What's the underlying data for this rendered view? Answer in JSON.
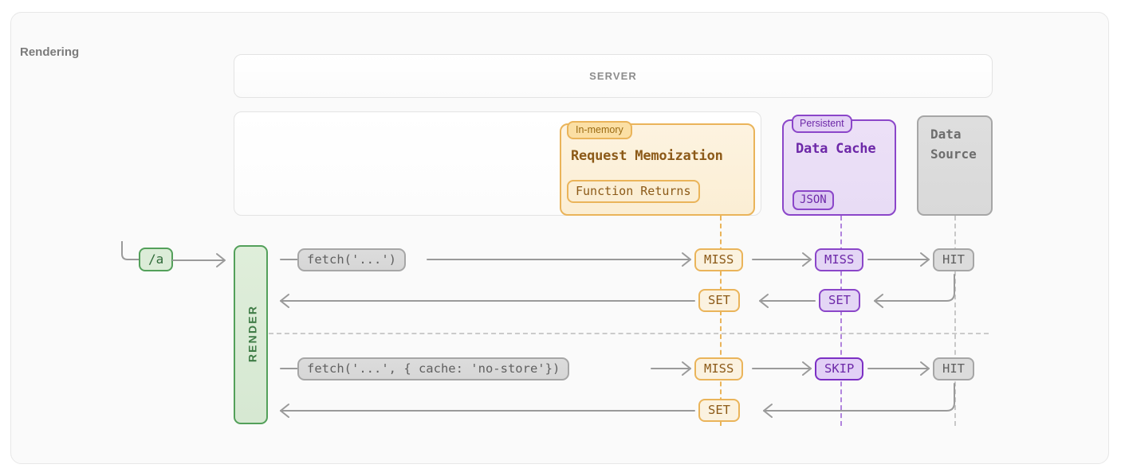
{
  "diagram": {
    "title": "Next.js caching: request memoization and data cache flow",
    "server_label": "SERVER",
    "rendering_label": "Rendering",
    "colors": {
      "amber": "#eab45a",
      "amber_text": "#8c5a18",
      "violet": "#8b46c9",
      "violet_text": "#6d28a8",
      "gray": "#a6a6a6",
      "gray_text": "#6d6d6d",
      "green": "#53a05a",
      "green_text": "#2f6a38",
      "frame_bg": "#fafafa",
      "frame_border": "#e7e7e7",
      "wire": "#9a9a9a"
    }
  },
  "memoization": {
    "tag": "In-memory",
    "title": "Request Memoization",
    "chip": "Function Returns"
  },
  "data_cache": {
    "tag": "Persistent",
    "title": "Data Cache",
    "chip": "JSON"
  },
  "data_source": {
    "title": "Data\nSource",
    "line1": "Data",
    "line2": "Source"
  },
  "entry": {
    "route": "/a",
    "render": "RENDER"
  },
  "rows": [
    {
      "id": "row-1",
      "fetch": "fetch('...')",
      "memo_forward": "MISS",
      "cache_forward": "MISS",
      "source_result": "HIT",
      "cache_return": "SET",
      "memo_return": "SET"
    },
    {
      "id": "row-2",
      "fetch": "fetch('...', { cache: 'no-store'})",
      "memo_forward": "MISS",
      "cache_forward": "SKIP",
      "source_result": "HIT",
      "cache_return": "",
      "memo_return": "SET"
    }
  ]
}
